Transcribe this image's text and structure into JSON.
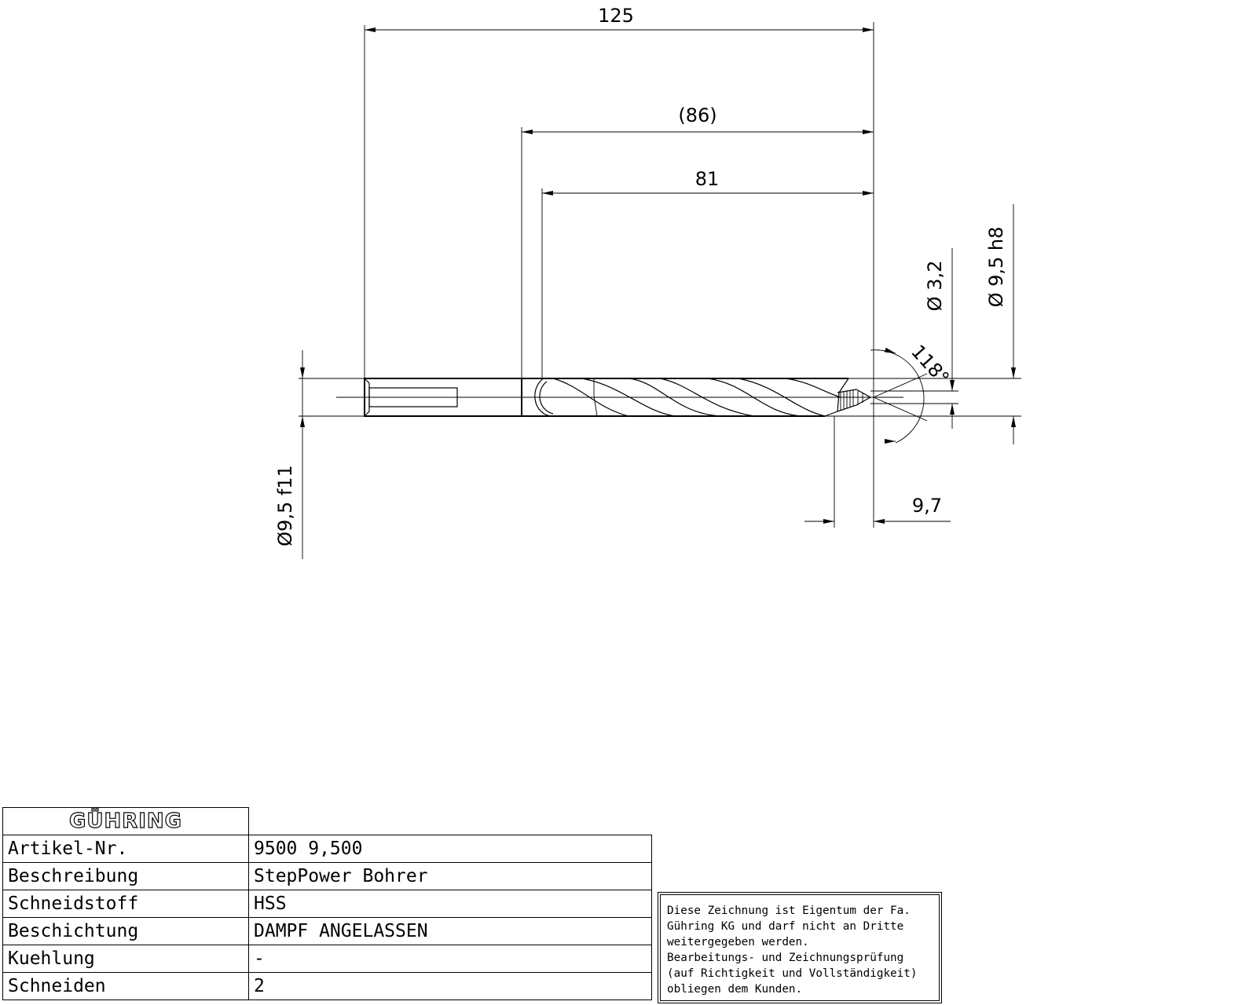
{
  "drawing": {
    "dim_overall_length": "125",
    "dim_flute_ref": "(86)",
    "dim_flute_length": "81",
    "dim_step_length": "9,7",
    "dim_tip_angle": "118°",
    "dim_pilot_diameter": "Ø 3,2",
    "dim_body_diameter": "Ø 9,5 h8",
    "dim_shank_diameter": "Ø9,5 f11"
  },
  "title_block": {
    "logo_text": "GÜHRING",
    "rows": [
      {
        "label": "Artikel-Nr.",
        "value": "9500 9,500"
      },
      {
        "label": "Beschreibung",
        "value": "StepPower Bohrer"
      },
      {
        "label": "Schneidstoff",
        "value": "HSS"
      },
      {
        "label": "Beschichtung",
        "value": "DAMPF ANGELASSEN"
      },
      {
        "label": "Kuehlung",
        "value": "-"
      },
      {
        "label": "Schneiden",
        "value": "2"
      }
    ]
  },
  "notice": {
    "lines": [
      "Diese Zeichnung ist Eigentum der Fa.",
      "Gühring KG und darf nicht an Dritte",
      "weitergegeben werden.",
      "Bearbeitungs- und Zeichnungsprüfung",
      "(auf Richtigkeit und Vollständigkeit)",
      "obliegen dem Kunden."
    ]
  }
}
